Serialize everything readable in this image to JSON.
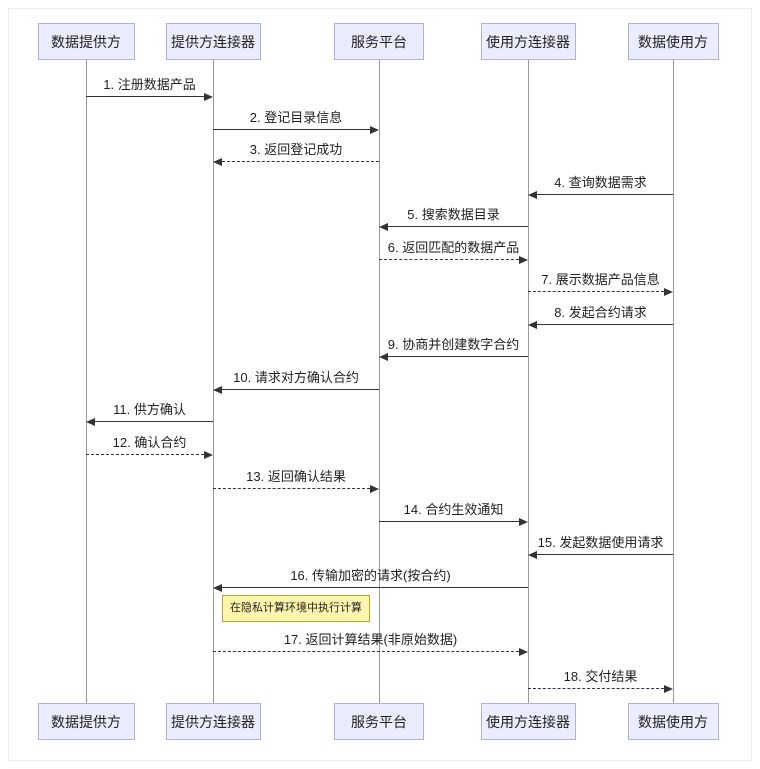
{
  "participants": [
    {
      "id": "data-provider",
      "label": "数据提供方"
    },
    {
      "id": "provider-connector",
      "label": "提供方连接器"
    },
    {
      "id": "service-platform",
      "label": "服务平台"
    },
    {
      "id": "consumer-connector",
      "label": "使用方连接器"
    },
    {
      "id": "data-consumer",
      "label": "数据使用方"
    }
  ],
  "messages": [
    {
      "label": "1. 注册数据产品",
      "from": 0,
      "to": 1,
      "line": "solid"
    },
    {
      "label": "2. 登记目录信息",
      "from": 1,
      "to": 2,
      "line": "solid"
    },
    {
      "label": "3. 返回登记成功",
      "from": 2,
      "to": 1,
      "line": "dashed"
    },
    {
      "label": "4. 查询数据需求",
      "from": 4,
      "to": 3,
      "line": "solid"
    },
    {
      "label": "5. 搜索数据目录",
      "from": 3,
      "to": 2,
      "line": "solid"
    },
    {
      "label": "6. 返回匹配的数据产品",
      "from": 2,
      "to": 3,
      "line": "dashed"
    },
    {
      "label": "7. 展示数据产品信息",
      "from": 3,
      "to": 4,
      "line": "dashed"
    },
    {
      "label": "8. 发起合约请求",
      "from": 4,
      "to": 3,
      "line": "solid"
    },
    {
      "label": "9. 协商并创建数字合约",
      "from": 3,
      "to": 2,
      "line": "solid"
    },
    {
      "label": "10. 请求对方确认合约",
      "from": 2,
      "to": 1,
      "line": "solid"
    },
    {
      "label": "11. 供方确认",
      "from": 1,
      "to": 0,
      "line": "solid"
    },
    {
      "label": "12. 确认合约",
      "from": 0,
      "to": 1,
      "line": "dashed"
    },
    {
      "label": "13. 返回确认结果",
      "from": 1,
      "to": 2,
      "line": "dashed"
    },
    {
      "label": "14. 合约生效通知",
      "from": 2,
      "to": 3,
      "line": "solid"
    },
    {
      "label": "15. 发起数据使用请求",
      "from": 4,
      "to": 3,
      "line": "solid"
    },
    {
      "label": "16. 传输加密的请求(按合约)",
      "from": 3,
      "to": 1,
      "line": "solid"
    },
    {
      "label": "17. 返回计算结果(非原始数据)",
      "from": 1,
      "to": 3,
      "line": "dashed"
    },
    {
      "label": "18. 交付结果",
      "from": 3,
      "to": 4,
      "line": "dashed"
    }
  ],
  "note": {
    "label": "在隐私计算环境中执行计算"
  },
  "colors": {
    "actor_fill": "#ECECFF",
    "actor_border": "#b0b0e0",
    "lifeline": "#999999",
    "arrow": "#333333",
    "note_fill": "#FFF5AD",
    "note_border": "#AAAA33",
    "text": "#1f1f1f"
  }
}
